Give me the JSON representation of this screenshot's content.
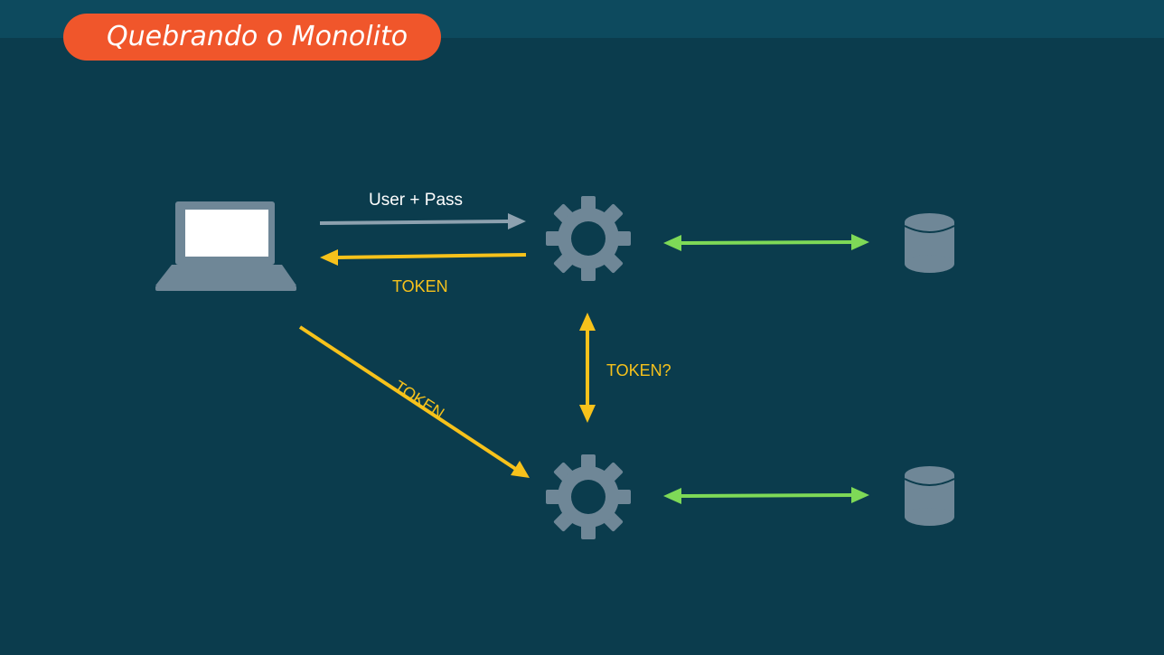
{
  "title": "Quebrando o Monolito",
  "colors": {
    "background": "#0b3c4d",
    "top_band": "#0d4a5e",
    "title_pill": "#f0562b",
    "icon": "#6f8797",
    "login_arrow": "#8da1af",
    "token_arrow": "#f7c21b",
    "db_arrow": "#7ed957"
  },
  "icons": {
    "client": "laptop-icon",
    "service": "gear-icon",
    "database": "database-icon"
  },
  "labels": {
    "login": "User + Pass",
    "token_return": "TOKEN",
    "token_direct": "TOKEN",
    "token_validate": "TOKEN?"
  }
}
